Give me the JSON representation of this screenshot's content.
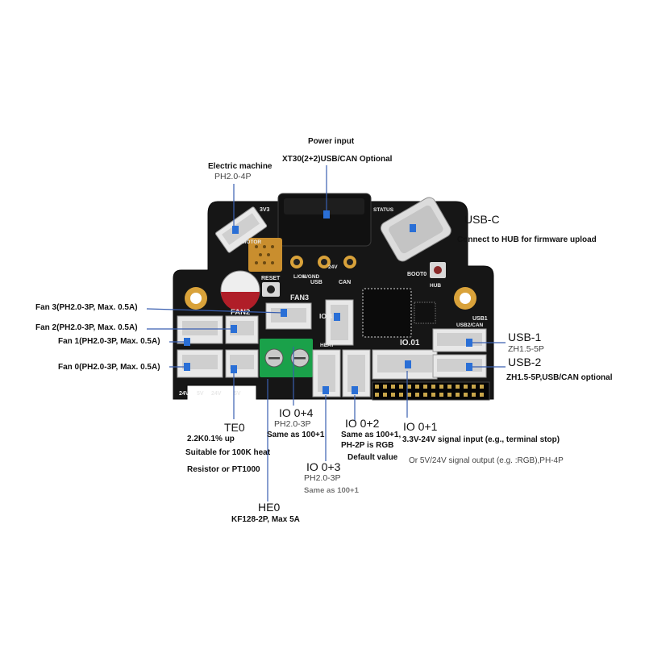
{
  "power": {
    "title": "Power input",
    "connector": "XT30(2+2)USB/CAN Optional"
  },
  "motor": {
    "title": "Electric machine",
    "connector": "PH2.0-4P"
  },
  "usbc": {
    "title": "USB-C",
    "desc": "Connect to HUB for firmware upload"
  },
  "fans": [
    {
      "label": "Fan 3(PH2.0-3P, Max. 0.5A)"
    },
    {
      "label": "Fan 2(PH2.0-3P, Max. 0.5A)"
    },
    {
      "label": "Fan 1(PH2.0-3P, Max. 0.5A)"
    },
    {
      "label": "Fan 0(PH2.0-3P, Max. 0.5A)"
    }
  ],
  "usb1": {
    "title": "USB-1",
    "connector": "ZH1.5-5P"
  },
  "usb2": {
    "title": "USB-2",
    "connector": "ZH1.5-5P,USB/CAN optional"
  },
  "te0": {
    "title": "TE0",
    "line1": "2.2K0.1% up",
    "line2": "Suitable for 100K heat",
    "line3": "Resistor or PT1000"
  },
  "io04": {
    "title": "IO 0+4",
    "connector": "PH2.0-3P",
    "note": "Same as 100+1"
  },
  "io02": {
    "title": "IO 0+2",
    "line1": "Same as 100+1,",
    "line2": "PH-2P is RGB",
    "line3": "Default value"
  },
  "io01": {
    "title": "IO 0+1",
    "line1": "3.3V-24V signal input (e.g., terminal stop)",
    "line2": "Or 5V/24V signal output (e.g. :RGB),PH-4P"
  },
  "io03": {
    "title": "IO 0+3",
    "connector": "PH2.0-3P",
    "note": "Same as 100+1"
  },
  "he0": {
    "title": "HE0",
    "connector": "KF128-2P, Max 5A"
  },
  "silk": {
    "v3": "3V3",
    "motor": "MOTOR",
    "reset": "RESET",
    "lh": "L/OH",
    "lgnd": "L/GND",
    "v24": "24V",
    "usb": "USB",
    "can": "CAN",
    "status": "STATUS",
    "boot": "BOOT0",
    "hub": "HUB",
    "fan2": "FAN2",
    "fan3": "FAN3",
    "io4": "IO.4",
    "io01": "IO.01",
    "usb1": "USB1",
    "usb2can": "USB2/CAN",
    "heat": "HEAT",
    "bottom": [
      "24V",
      "5V",
      "24V",
      "5V"
    ]
  },
  "colors": {
    "board": "#161616",
    "connector": "#e8e8e8",
    "terminal": "#1aa14a",
    "gold": "#d9a23a",
    "arrow": "#2a6fd6",
    "line": "#3a5fb0"
  }
}
